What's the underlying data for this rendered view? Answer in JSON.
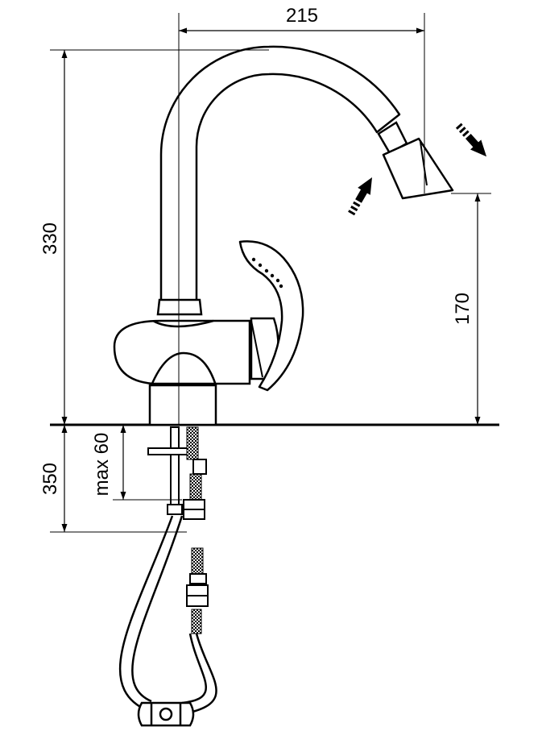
{
  "dimensions": {
    "width_215": "215",
    "height_330": "330",
    "height_170": "170",
    "max_60": "max 60",
    "depth_350": "350"
  },
  "colors": {
    "line": "#000000",
    "background": "#ffffff"
  }
}
